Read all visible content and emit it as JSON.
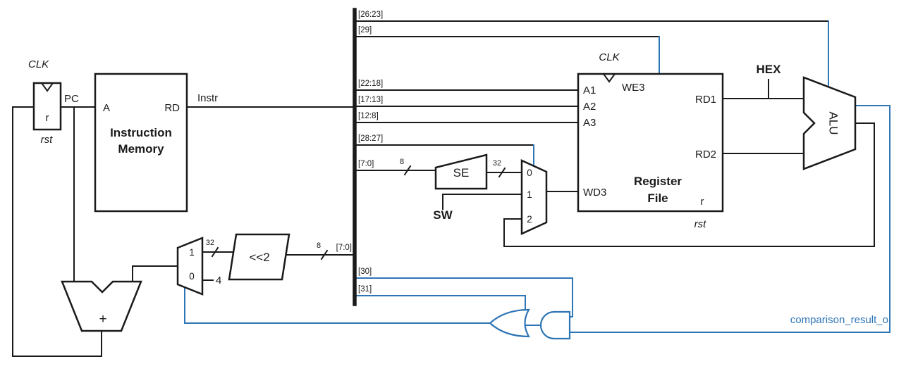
{
  "diagram": {
    "colors": {
      "wire": "#1a1a1a",
      "accent": "#2e75b6",
      "background": "#ffffff"
    },
    "pc_register": {
      "clk": "CLK",
      "reset_pin": "r",
      "reset": "rst",
      "name": "PC"
    },
    "instruction_memory": {
      "port_a": "A",
      "port_rd": "RD",
      "title1": "Instruction",
      "title2": "Memory",
      "output": "Instr"
    },
    "bus": {
      "slice_26_23": "[26:23]",
      "slice_29": "[29]",
      "slice_22_18": "[22:18]",
      "slice_17_13": "[17:13]",
      "slice_12_8": "[12:8]",
      "slice_28_27": "[28:27]",
      "slice_7_0_se": "[7:0]",
      "slice_7_0_sh": "[7:0]",
      "slice_30": "[30]",
      "slice_31": "[31]"
    },
    "sign_extend": {
      "label": "SE",
      "in_width": "8",
      "out_width": "32"
    },
    "shifter": {
      "label": "<<2",
      "in_width": "8",
      "out_width": "32"
    },
    "wd_mux": {
      "in0": "0",
      "in1": "1",
      "in2": "2"
    },
    "pc_mux": {
      "in1": "1",
      "in0": "0",
      "const4": "4"
    },
    "adder": {
      "plus": "+"
    },
    "sw": {
      "label": "SW"
    },
    "register_file": {
      "clk": "CLK",
      "we3": "WE3",
      "a1": "A1",
      "a2": "A2",
      "a3": "A3",
      "rd1": "RD1",
      "rd2": "RD2",
      "wd3": "WD3",
      "title1": "Register",
      "title2": "File",
      "reset_pin": "r",
      "reset": "rst"
    },
    "hex": {
      "label": "HEX"
    },
    "alu": {
      "label": "ALU"
    },
    "comparison": {
      "label": "comparison_result_o"
    }
  }
}
